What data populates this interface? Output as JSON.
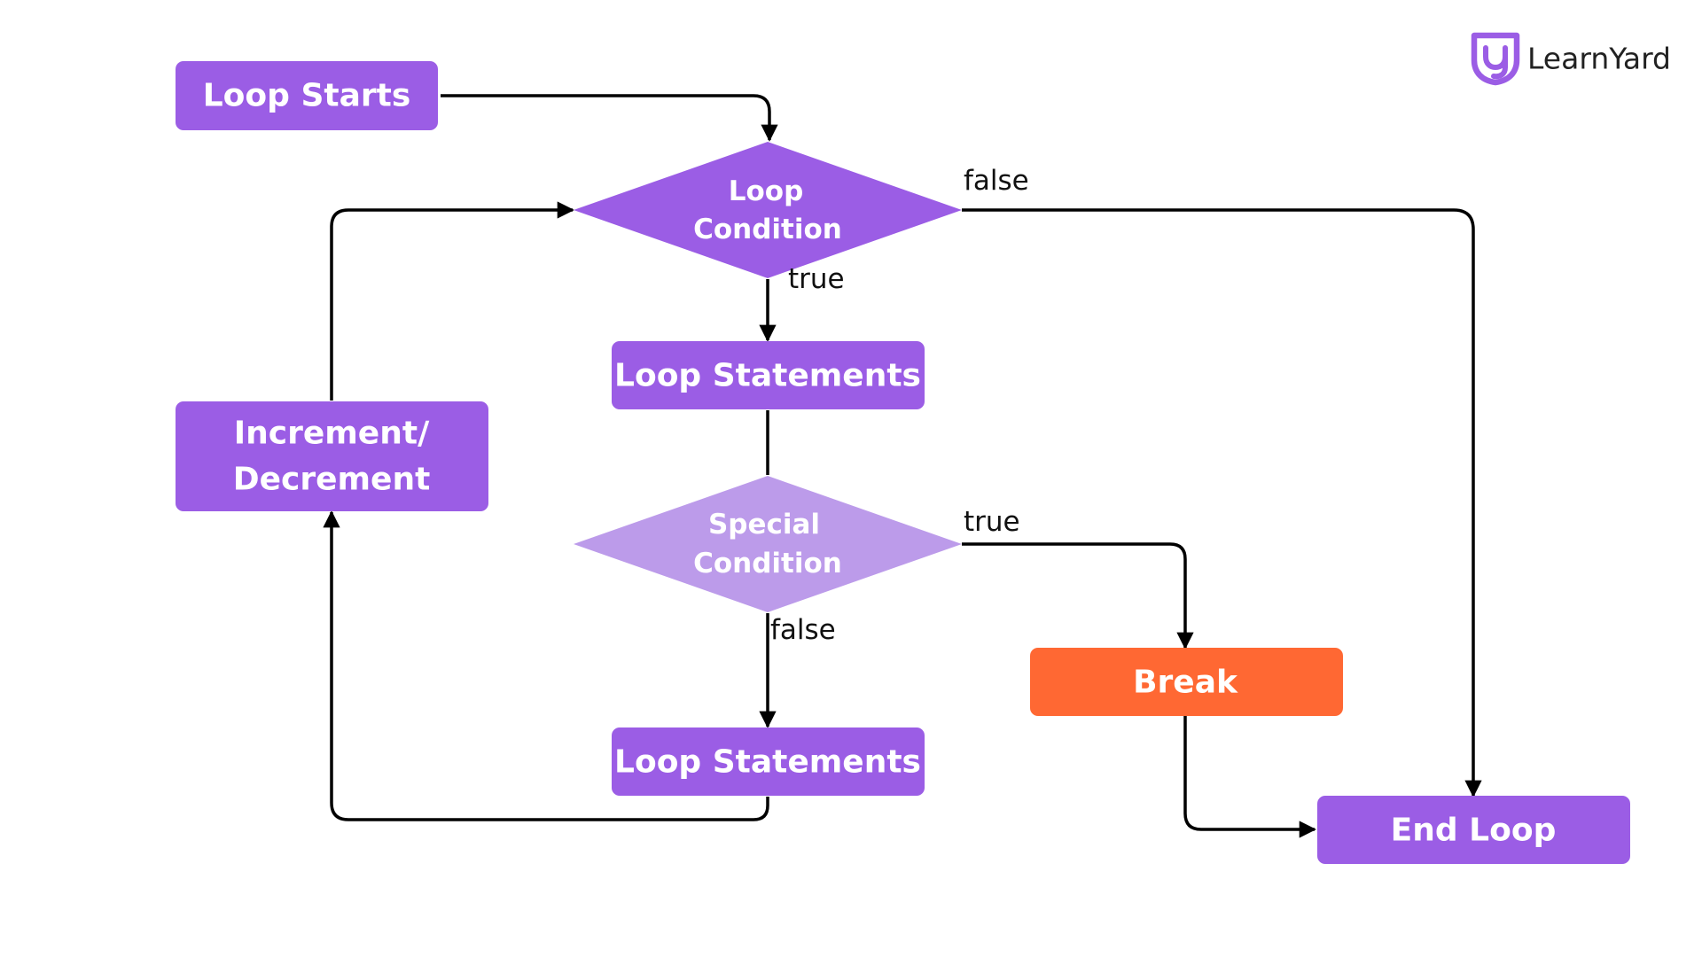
{
  "brand": {
    "name": "LearnYard",
    "icon": "learnyard-shield-logo-icon",
    "color": "#9B5DE5"
  },
  "colors": {
    "primary": "#9B5DE5",
    "light": "#BC9BEA",
    "accent": "#FF6833",
    "line": "#000000"
  },
  "nodes": {
    "loop_starts": "Loop Starts",
    "loop_condition": [
      "Loop",
      "Condition"
    ],
    "loop_statements_1": "Loop Statements",
    "increment_decrement": [
      "Increment/",
      "Decrement"
    ],
    "special_condition": [
      "Special",
      "Condition"
    ],
    "loop_statements_2": "Loop Statements",
    "break": "Break",
    "end_loop": "End Loop"
  },
  "edge_labels": {
    "loop_condition_false": "false",
    "loop_condition_true": "true",
    "special_condition_true": "true",
    "special_condition_false": "false"
  }
}
